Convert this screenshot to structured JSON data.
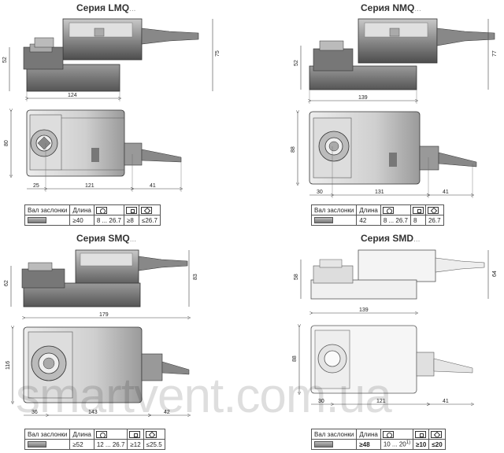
{
  "series": [
    {
      "title": "Серия LMQ",
      "dims": {
        "height_left": "52",
        "height_right": "75",
        "length": "124",
        "plan_height": "80",
        "offset_left": "25",
        "main": "121",
        "offset_right": "41"
      },
      "table": {
        "label": "Вал заслонки",
        "length_header": "Длина",
        "length": "≥40",
        "round": "8 ... 26.7",
        "square": "≥8",
        "diamond": "≤26.7"
      }
    },
    {
      "title": "Серия NMQ",
      "dims": {
        "height_left": "52",
        "height_right": "77",
        "length": "139",
        "plan_height": "88",
        "offset_left": "30",
        "main": "131",
        "offset_right": "41"
      },
      "table": {
        "label": "Вал заслонки",
        "length_header": "Длина",
        "length": "42",
        "round": "8 ... 26.7",
        "square": "8",
        "diamond": "26.7"
      }
    },
    {
      "title": "Серия SMQ",
      "dims": {
        "height_left": "62",
        "height_right": "83",
        "length": "179",
        "plan_height": "116",
        "offset_left": "36",
        "main": "143",
        "offset_right": "42"
      },
      "table": {
        "label": "Вал заслонки",
        "length_header": "Длина",
        "length": "≥52",
        "round": "12 ... 26.7",
        "square": "≥12",
        "diamond": "≤25.5"
      }
    },
    {
      "title": "Серия SMD",
      "dims": {
        "height_left": "58",
        "height_right": "64",
        "length": "139",
        "plan_height": "88",
        "offset_left": "30",
        "main": "121",
        "offset_right": "41"
      },
      "table": {
        "label": "Вал заслонки",
        "length_header": "Длина",
        "length": "≥48",
        "round": "10 ... 20",
        "round_note": "1)",
        "square": "≥10",
        "diamond": "≤20"
      }
    }
  ],
  "title_suffix": "...",
  "watermark": "smartvent.com.ua",
  "icons": [
    "round-shaft-icon",
    "square-shaft-icon",
    "diamond-shaft-icon",
    "shaft-icon"
  ]
}
